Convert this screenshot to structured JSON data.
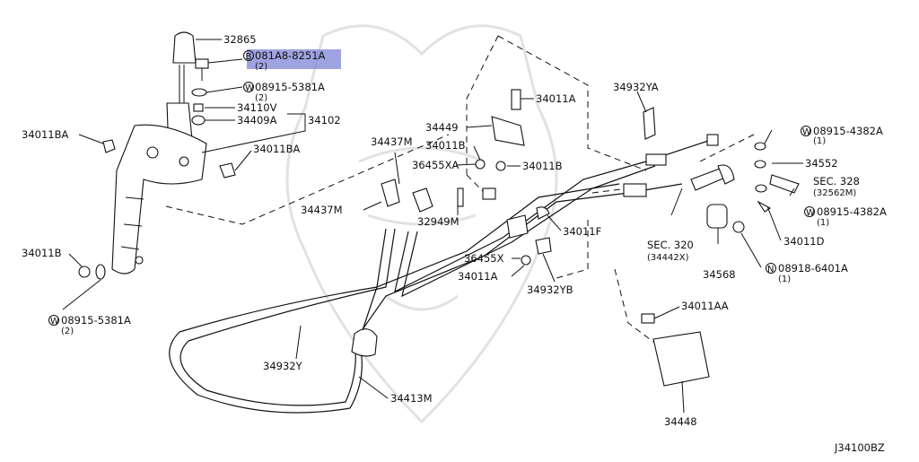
{
  "diagram_id": "J34100BZ",
  "highlight_color": "#7f86d6",
  "selected_part": "081A8-8251A",
  "labels": {
    "p32865": "32865",
    "p081A8": "081A8-8251A",
    "p081A8_qty": "(2)",
    "p08915_5381A_top": "08915-5381A",
    "p08915_5381A_top_qty": "(2)",
    "p34110V": "34110V",
    "p34409A": "34409A",
    "p34102": "34102",
    "p34011BA_left": "34011BA",
    "p34011BA_right": "34011BA",
    "p34437M_top": "34437M",
    "p34437M_left": "34437M",
    "p34011B_left": "34011B",
    "p08915_5381A_bottom": "08915-5381A",
    "p08915_5381A_bottom_qty": "(2)",
    "p34011A_top": "34011A",
    "p34449": "34449",
    "p34011B_mid": "34011B",
    "p34011B_right": "34011B",
    "p36455XA": "36455XA",
    "p32949M": "32949M",
    "p34011F": "34011F",
    "p36455X": "36455X",
    "p34011A_mid": "34011A",
    "p34932YB": "34932YB",
    "p34932YA": "34932YA",
    "p08915_4382A_top": "08915-4382A",
    "p08915_4382A_top_qty": "(1)",
    "p34552": "34552",
    "sec328": "SEC. 328",
    "sec328_sub": "(32562M)",
    "p08915_4382A_mid": "08915-4382A",
    "p08915_4382A_mid_qty": "(1)",
    "p34011D": "34011D",
    "sec320": "SEC. 320",
    "sec320_sub": "(34442X)",
    "p34568": "34568",
    "p08918_6401A": "08918-6401A",
    "p08918_6401A_qty": "(1)",
    "p34011AA": "34011AA",
    "p34448": "34448",
    "p34932Y": "34932Y",
    "p34413M": "34413M"
  },
  "prefix_marks": {
    "bolt": "B",
    "washer": "W",
    "nut": "N"
  }
}
